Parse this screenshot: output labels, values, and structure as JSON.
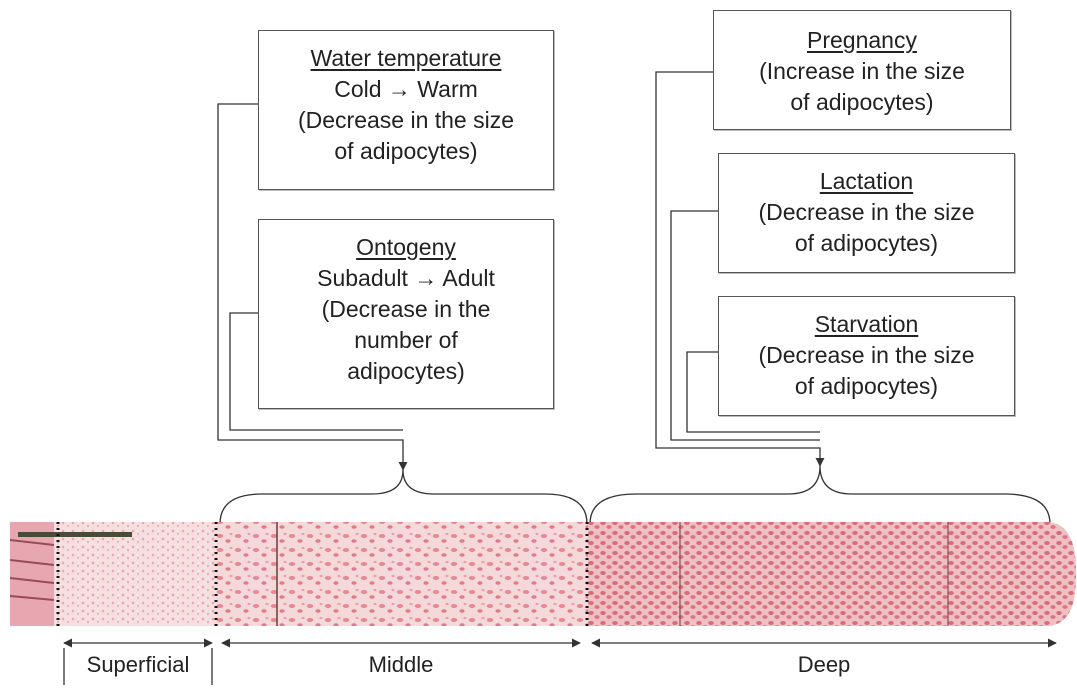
{
  "boxes": {
    "water_temperature": {
      "title": "Water temperature",
      "lines": [
        "Cold → Warm",
        "(Decrease in the size",
        "of adipocytes)"
      ]
    },
    "ontogeny": {
      "title": "Ontogeny",
      "lines": [
        "Subadult → Adult",
        "(Decrease in the",
        "number of",
        "adipocytes)"
      ]
    },
    "pregnancy": {
      "title": "Pregnancy",
      "lines": [
        "(Increase in the size",
        "of adipocytes)"
      ]
    },
    "lactation": {
      "title": "Lactation",
      "lines": [
        "(Decrease in the size",
        "of adipocytes)"
      ]
    },
    "starvation": {
      "title": "Starvation",
      "lines": [
        "(Decrease in the size",
        "of adipocytes)"
      ]
    }
  },
  "layers": {
    "superficial": "Superficial",
    "middle": "Middle",
    "deep": "Deep"
  },
  "colors": {
    "tissue_bg": "#f2d2d4",
    "tissue_cell": "#e4868e",
    "tissue_dark": "#c9566a",
    "wire": "#333333",
    "scale_bar": "#4a4a38"
  }
}
